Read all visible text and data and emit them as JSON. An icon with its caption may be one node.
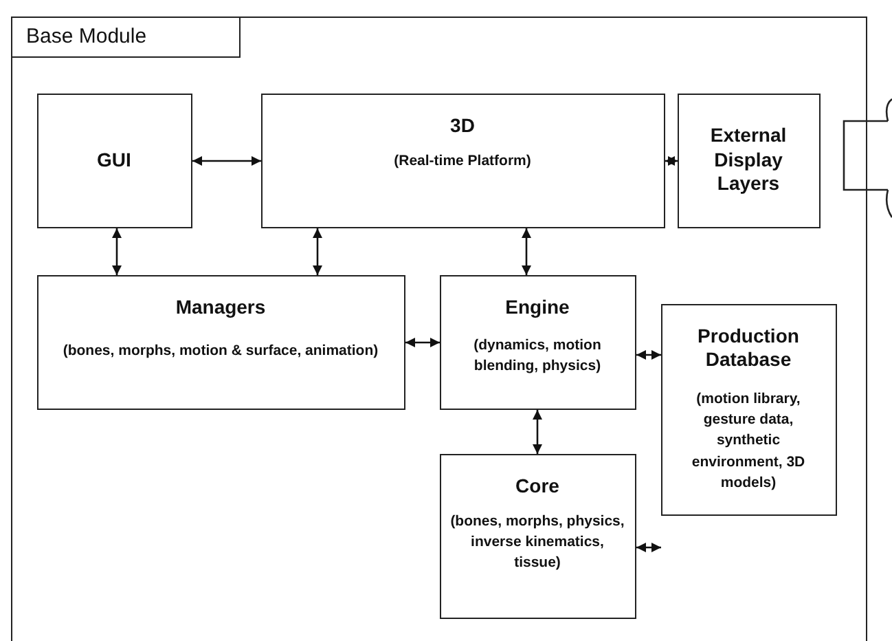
{
  "diagram": {
    "nodes": [
      {
        "text": [
          "Base Module"
        ]
      },
      {
        "text": [
          "GUI"
        ],
        "in": 0
      },
      {
        "text": [
          "3D",
          "(Real-time Platform)"
        ],
        "in": 0
      },
      {
        "text": [
          "External Display Layers"
        ],
        "in": 0
      },
      {
        "text": [
          "Managers",
          "(bones, morphs, motion & surface, animation)"
        ],
        "in": 0
      },
      {
        "text": [
          "Engine",
          "(dynamics, motion blending, physics)"
        ],
        "in": 0
      },
      {
        "text": [
          "Production Database",
          "(motion library, gesture data, synthetic environment, 3D models)"
        ],
        "in": 0
      },
      {
        "text": [
          "Core",
          "(bones, morphs, physics, inverse kinematics, tissue)"
        ],
        "in": 0
      }
    ],
    "edges": [
      {
        "from": 1,
        "to": 2,
        "arrow": "both"
      },
      {
        "from": 2,
        "to": 3,
        "arrow": "both"
      },
      {
        "from": 1,
        "to": 4,
        "arrow": "both"
      },
      {
        "from": 2,
        "to": 4,
        "arrow": "both"
      },
      {
        "from": 2,
        "to": 5,
        "arrow": "both"
      },
      {
        "from": 4,
        "to": 5,
        "arrow": "both"
      },
      {
        "from": 5,
        "to": 6,
        "arrow": "both"
      },
      {
        "from": 5,
        "to": 7,
        "arrow": "both"
      },
      {
        "from": 7,
        "to": 6,
        "arrow": "both"
      }
    ]
  }
}
